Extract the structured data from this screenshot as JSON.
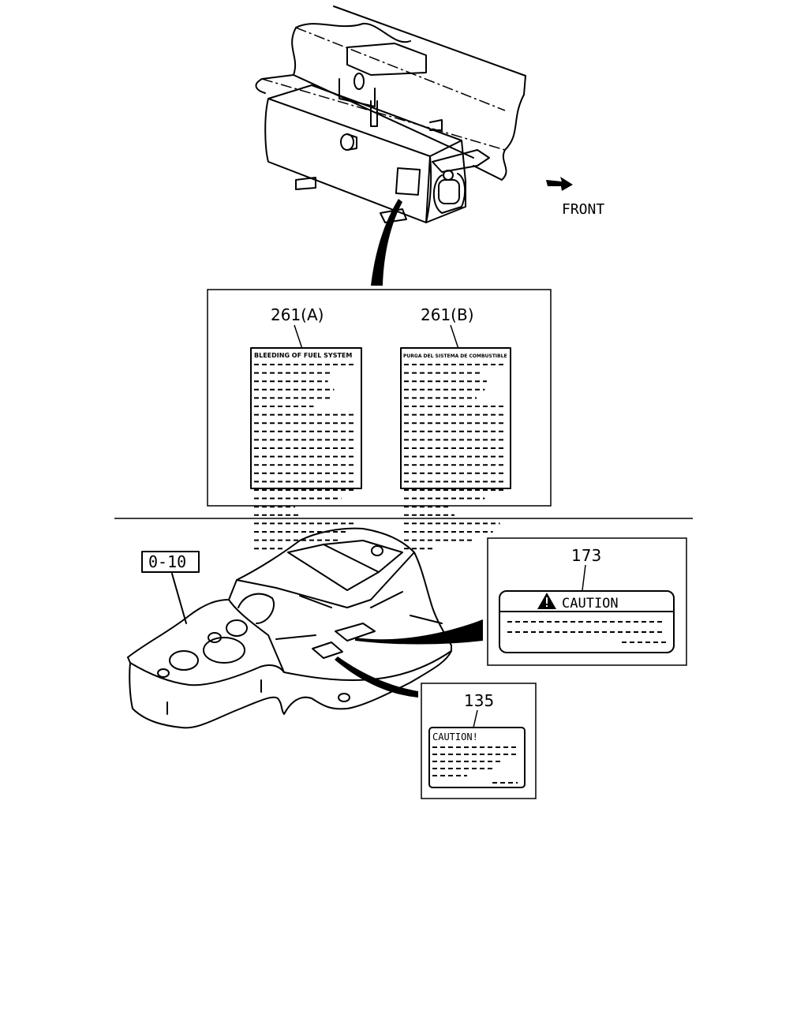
{
  "top_view": {
    "front_label": "FRONT",
    "callout_a": "261(A)",
    "callout_b": "261(B)",
    "label_a_title": "BLEEDING OF FUEL SYSTEM",
    "label_b_title": "PURGA DEL SISTEMA DE COMBUSTIBLE"
  },
  "bottom_view": {
    "ref_box": "0-10",
    "callout_173": "173",
    "caution_173": "CAUTION",
    "callout_135": "135",
    "caution_135": "CAUTION!"
  },
  "icons": [
    "front-arrow-icon",
    "warning-triangle-icon"
  ]
}
